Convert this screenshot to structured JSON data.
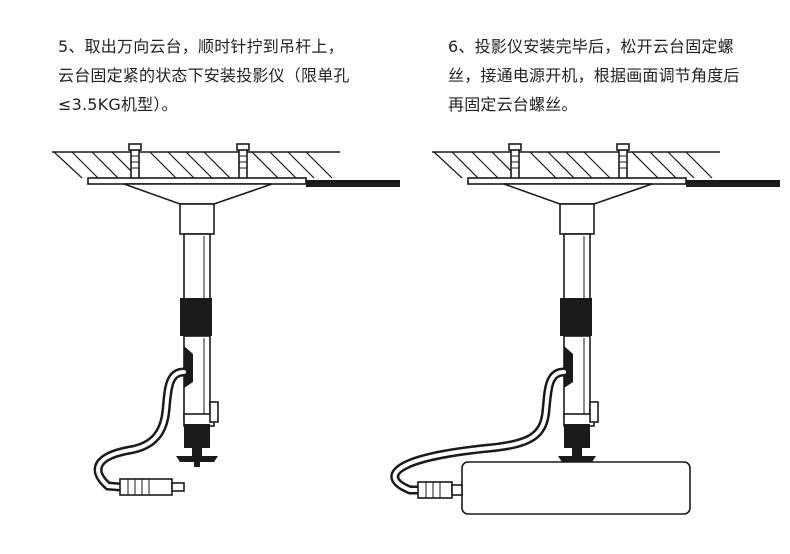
{
  "steps": [
    {
      "number": "5、",
      "text": "取出万向云台，顺时针拧到吊杆上，云台固定紧的状态下安装投影仪（限单孔≤3.5KG机型）。"
    },
    {
      "number": "6、",
      "text": "投影仪安装完毕后，松开云台固定螺丝，接通电源开机，根据画面调节角度后再固定云台螺丝。"
    }
  ],
  "colors": {
    "outline": "#1a1a1a",
    "fill": "#ffffff",
    "band": "#1a1a1a"
  }
}
